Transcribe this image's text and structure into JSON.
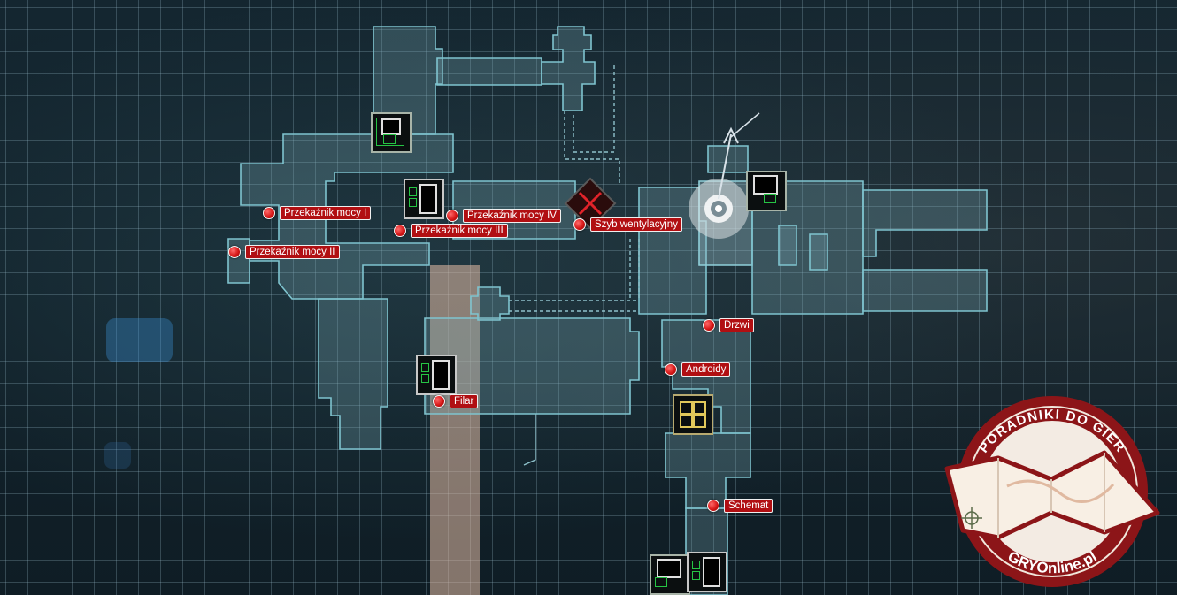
{
  "map": {
    "markers": [
      {
        "id": "m1",
        "label": "Przekaźnik mocy I"
      },
      {
        "id": "m2",
        "label": "Przekaźnik mocy II"
      },
      {
        "id": "m3",
        "label": "Przekaźnik mocy III"
      },
      {
        "id": "m4",
        "label": "Przekaźnik mocy IV"
      },
      {
        "id": "m5",
        "label": "Szyb wentylacyjny"
      },
      {
        "id": "m6",
        "label": "Drzwi"
      },
      {
        "id": "m7",
        "label": "Androidy"
      },
      {
        "id": "m8",
        "label": "Filar"
      },
      {
        "id": "m9",
        "label": "Schemat"
      }
    ],
    "icons": {
      "terminal": "terminal-icon",
      "vent": "vent-icon",
      "target": "target-icon",
      "crate": "crate-icon"
    },
    "colors": {
      "marker_red": "#b10f12",
      "room_outline": "#7fc4cf",
      "terminal_green": "#26c444"
    }
  },
  "watermark": {
    "top_text": "PORADNIKI DO GIER",
    "bottom_text": "GRYOnline.pl"
  }
}
